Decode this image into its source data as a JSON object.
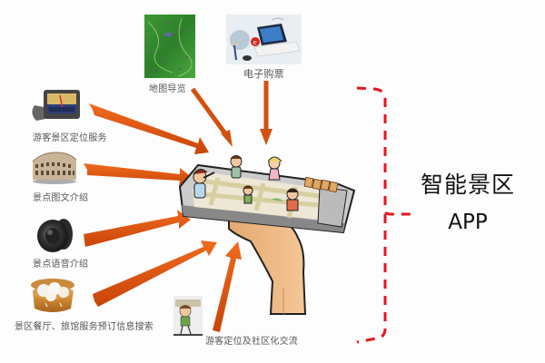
{
  "diagram": {
    "title": {
      "line1": "智能景区",
      "line2": "APP"
    },
    "features": [
      {
        "id": "map-guide",
        "label": "地图导览",
        "icon": "map-icon"
      },
      {
        "id": "e-ticket",
        "label": "电子购票",
        "icon": "laptop-ticket-icon"
      },
      {
        "id": "visitor-location",
        "label": "游客景区定位服务",
        "icon": "gps-navigator-icon"
      },
      {
        "id": "spot-text-image",
        "label": "景点图文介绍",
        "icon": "colosseum-icon"
      },
      {
        "id": "spot-audio",
        "label": "景点语音介绍",
        "icon": "speaker-icon"
      },
      {
        "id": "booking-search",
        "label": "景区餐厅、旅馆服务预订信息搜索",
        "icon": "steamed-buns-icon"
      },
      {
        "id": "social",
        "label": "游客定位及社区化交流",
        "icon": "cartoon-tourist-icon"
      }
    ],
    "center": {
      "icon": "hand-holding-phone-icon"
    },
    "colors": {
      "arrow": "#e2550f",
      "arrow_dark": "#c74208",
      "bracket": "#e8141c",
      "text": "#555555",
      "title": "#111111",
      "background": "#fdfdfd"
    }
  }
}
